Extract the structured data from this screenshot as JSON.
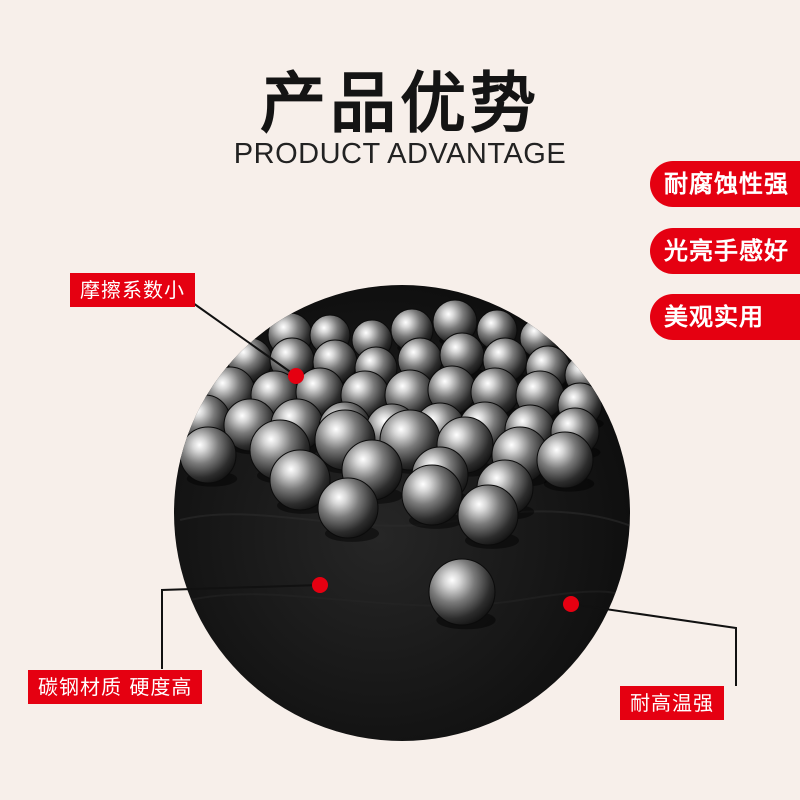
{
  "heading": {
    "title": "产品优势",
    "subtitle": "PRODUCT ADVANTAGE"
  },
  "advantages": [
    "耐腐蚀性强",
    "光亮手感好",
    "美观实用"
  ],
  "callouts": {
    "friction": "摩擦系数小",
    "material": "碳钢材质 硬度高",
    "heat": "耐高温强"
  },
  "colors": {
    "background": "#f7efea",
    "accent_red": "#e50011",
    "surface": "#181818",
    "text_dark": "#141414"
  }
}
